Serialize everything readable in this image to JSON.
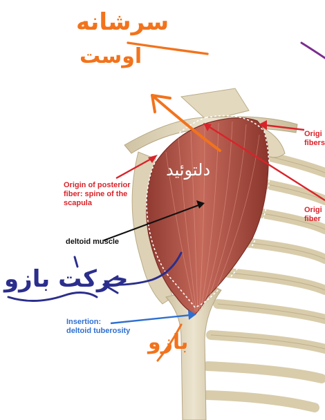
{
  "labels": {
    "origin_posterior": [
      "Origin of posterior",
      "fiber: spine of the",
      "scapula"
    ],
    "deltoid_muscle": "deltoid muscle",
    "insertion": [
      "Insertion:",
      "deltoid tuberosity"
    ],
    "origin_right_top": [
      "Origi",
      "fibers"
    ],
    "origin_right_mid": [
      "Origi",
      "fiber"
    ]
  },
  "handwriting": {
    "shoulder_top": "سرشانه",
    "shoulder_bottom": "اوست",
    "deltoid": "دلتوئید",
    "arm_movement": "حرکت بازو",
    "arm": "بازو"
  },
  "colors": {
    "muscle": "#b75a4e",
    "bone": "#e6dcc3",
    "label_red": "#d9232a",
    "arrow_blue": "#2f6fd0",
    "ink_orange": "#f2731c",
    "ink_navy": "#2b2e8c",
    "ink_purple": "#7a2d8e"
  }
}
